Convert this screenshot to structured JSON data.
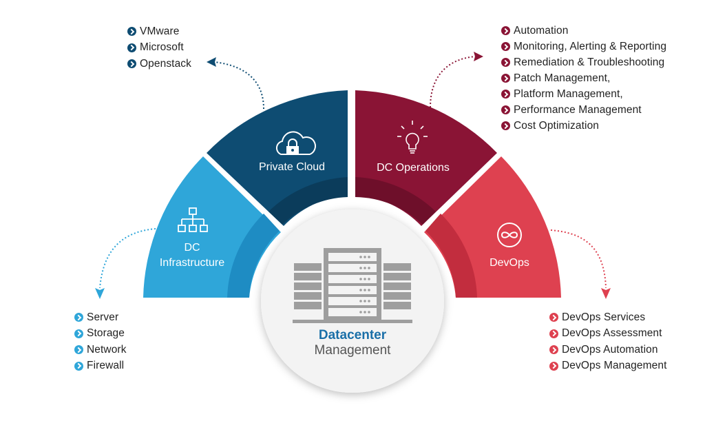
{
  "center": {
    "title": "Datacenter",
    "subtitle": "Management"
  },
  "segments": {
    "infrastructure": {
      "line1": "DC",
      "line2": "Infrastructure"
    },
    "private_cloud": {
      "label": "Private Cloud"
    },
    "dc_operations": {
      "label": "DC Operations"
    },
    "devops": {
      "label": "DevOps"
    }
  },
  "lists": {
    "private_cloud": [
      "VMware",
      "Microsoft",
      "Openstack"
    ],
    "dc_operations": [
      "Automation",
      "Monitoring, Alerting & Reporting",
      "Remediation & Troubleshooting",
      "Patch Management,",
      "Platform Management,",
      "Performance Management",
      "Cost Optimization"
    ],
    "infrastructure": [
      "Server",
      "Storage",
      "Network",
      "Firewall"
    ],
    "devops": [
      "DevOps Services",
      "DevOps Assessment",
      "DevOps Automation",
      "DevOps Management"
    ]
  },
  "icons": {
    "private_cloud": "cloud-lock-icon",
    "dc_operations": "lightbulb-icon",
    "infrastructure": "network-hierarchy-icon",
    "devops": "infinity-icon",
    "center": "server-rack-icon"
  },
  "colors": {
    "sky": "#2fa6d9",
    "navy": "#0e4c72",
    "maroon": "#8a1435",
    "red": "#de4150",
    "center_title": "#1a6fa8",
    "center_subtitle": "#555555"
  }
}
